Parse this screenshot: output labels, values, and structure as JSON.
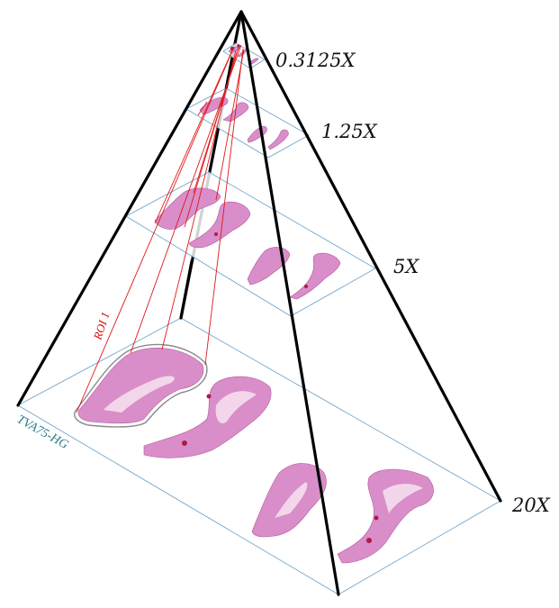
{
  "levels": [
    {
      "magnification": "0.3125X"
    },
    {
      "magnification": "1.25X"
    },
    {
      "magnification": "5X"
    },
    {
      "magnification": "20X"
    }
  ],
  "slide_label": "TVA75-HG",
  "roi_label": "ROI 1",
  "colors": {
    "pyramid_edges": "#000000",
    "plane_border": "#6aa0c8",
    "roi_lines": "#e01818",
    "tissue": "#d98ec9",
    "slide_label": "#2a7a88"
  }
}
